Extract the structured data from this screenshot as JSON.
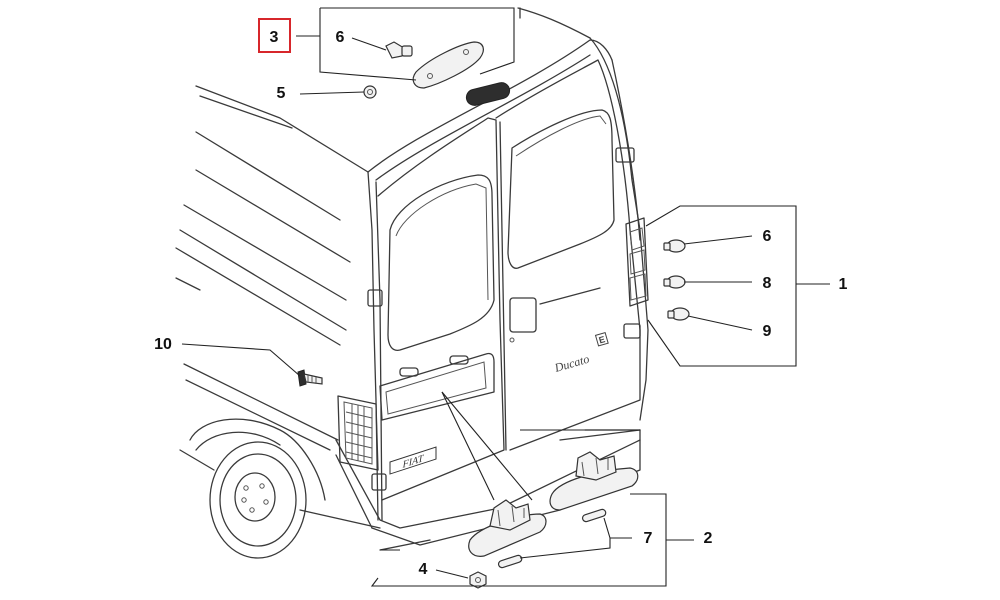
{
  "diagram": {
    "highlight_color": "#d7262b",
    "line_color": "#3a3a3a",
    "callouts": [
      {
        "id": "c3",
        "label": "3",
        "highlighted": true
      },
      {
        "id": "c6a",
        "label": "6"
      },
      {
        "id": "c5",
        "label": "5"
      },
      {
        "id": "c10",
        "label": "10"
      },
      {
        "id": "c6b",
        "label": "6"
      },
      {
        "id": "c8",
        "label": "8"
      },
      {
        "id": "c9",
        "label": "9"
      },
      {
        "id": "c1",
        "label": "1"
      },
      {
        "id": "c7",
        "label": "7"
      },
      {
        "id": "c2",
        "label": "2"
      },
      {
        "id": "c4",
        "label": "4"
      }
    ],
    "door_script": "Ducato",
    "door_badge": "E",
    "plate_lettering": "FIAT"
  }
}
